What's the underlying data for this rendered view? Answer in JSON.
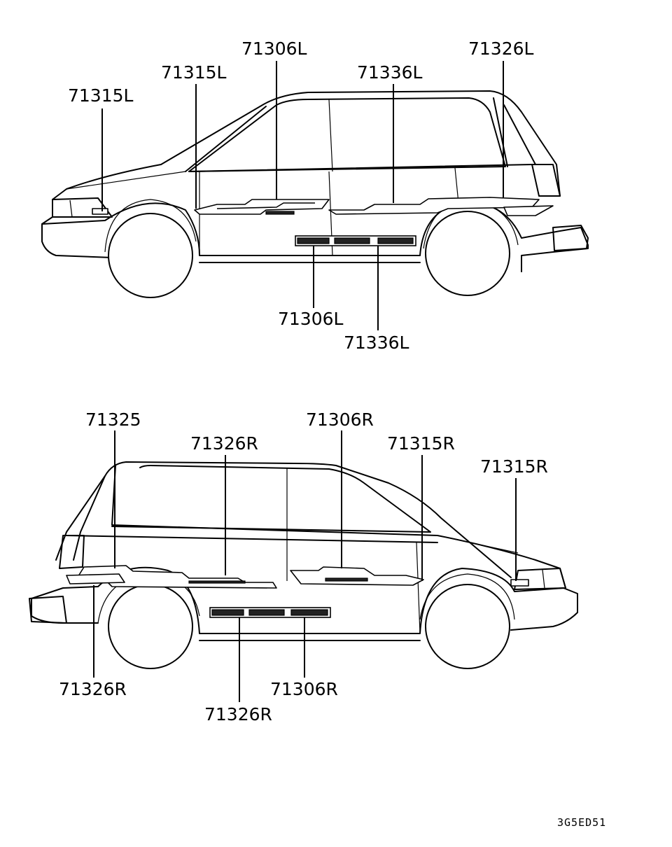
{
  "left_view": {
    "callouts": [
      {
        "part": "71315L"
      },
      {
        "part": "71315L"
      },
      {
        "part": "71306L"
      },
      {
        "part": "71336L"
      },
      {
        "part": "71326L"
      },
      {
        "part": "71306L"
      },
      {
        "part": "71336L"
      }
    ]
  },
  "right_view": {
    "callouts": [
      {
        "part": "71325"
      },
      {
        "part": "71326R"
      },
      {
        "part": "71306R"
      },
      {
        "part": "71315R"
      },
      {
        "part": "71315R"
      },
      {
        "part": "71326R"
      },
      {
        "part": "71326R"
      },
      {
        "part": "71306R"
      }
    ]
  },
  "diagram_code": "3G5ED51",
  "colors": {
    "line": "#000000",
    "background": "#ffffff"
  }
}
